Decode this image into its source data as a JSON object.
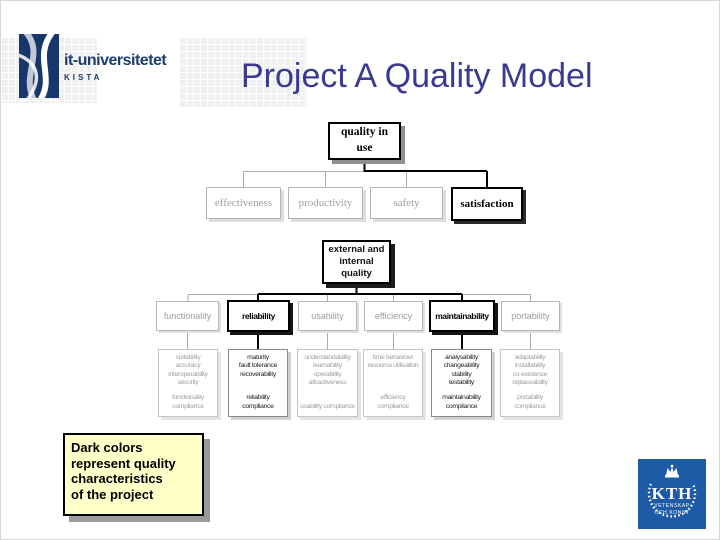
{
  "header": {
    "logo": {
      "line1": "it-universitetet",
      "line2": "KISTA"
    },
    "title": "Project A Quality Model"
  },
  "quality_in_use": {
    "root": {
      "line1": "quality in",
      "line2": "use"
    },
    "children": [
      {
        "label": "effectiveness",
        "highlighted": false
      },
      {
        "label": "productivity",
        "highlighted": false
      },
      {
        "label": "safety",
        "highlighted": false
      },
      {
        "label": "satisfaction",
        "highlighted": true
      }
    ]
  },
  "ext_int_quality": {
    "root": {
      "line1": "external and",
      "line2": "internal",
      "line3": "quality"
    },
    "children": [
      {
        "label": "functionality",
        "highlighted": false,
        "sub": [
          "suitability",
          "accuracy",
          "interoperability",
          "security"
        ],
        "compliance": "functionality compliance"
      },
      {
        "label": "reliability",
        "highlighted": true,
        "sub": [
          "maturity",
          "fault tolerance",
          "recoverability"
        ],
        "compliance": "reliability compliance"
      },
      {
        "label": "usability",
        "highlighted": false,
        "sub": [
          "understandability",
          "learnability",
          "operability",
          "attractiveness"
        ],
        "compliance": "usability compliance"
      },
      {
        "label": "efficiency",
        "highlighted": false,
        "sub": [
          "time behaviour",
          "resource utilisation"
        ],
        "compliance": "efficiency compliance"
      },
      {
        "label": "maintainability",
        "highlighted": true,
        "sub": [
          "analysability",
          "changeability",
          "stability",
          "testability"
        ],
        "compliance": "maintainability compliance"
      },
      {
        "label": "portability",
        "highlighted": false,
        "sub": [
          "adaptability",
          "installability",
          "co-existence",
          "replaceability"
        ],
        "compliance": "portability compliance"
      }
    ]
  },
  "note": {
    "lines": [
      "Dark colors",
      "represent quality",
      "characteristics",
      "of the project"
    ]
  },
  "kth_seal": {
    "acronym": "KTH",
    "motto_line1": "VETENSKAP",
    "motto_line2": "OCH KONST"
  },
  "colors": {
    "title_text": "#3a3a92",
    "logo_navy": "#17366b",
    "kth_blue": "#1e5ba7",
    "note_bg": "#ffffc8",
    "highlight_border": "#000000",
    "muted_text": "#9c9c9c",
    "muted_border": "#b3b3b3"
  }
}
